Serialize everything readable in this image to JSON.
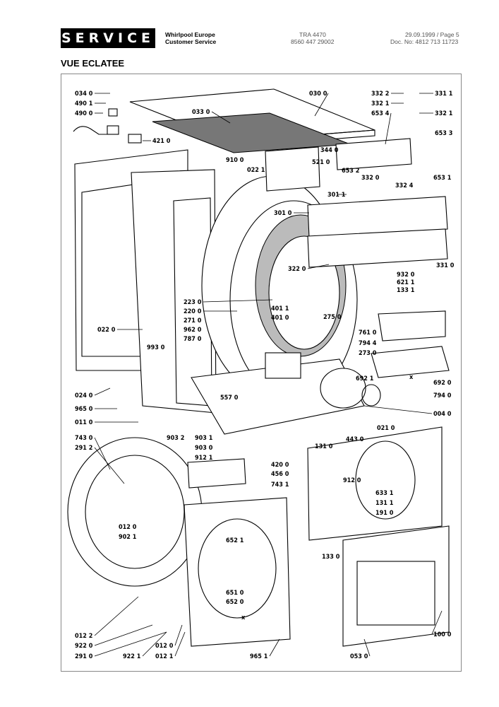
{
  "header": {
    "service_label": "SERVICE",
    "company": "Whirlpool Europe",
    "department": "Customer Service",
    "model": "TRA 4470",
    "code": "8560 447 29002",
    "date_page": "29.09.1999 / Page 5",
    "doc_no": "Doc. No: 4812 713 11723"
  },
  "section_title": "VUE ECLATEE",
  "part_labels": [
    "034 0",
    "490 1",
    "490 0",
    "421 0",
    "030 0",
    "033 0",
    "910 0",
    "022 1",
    "344 0",
    "521 0",
    "332 2",
    "332 1",
    "653 4",
    "331 1",
    "332 1",
    "653 3",
    "653 2",
    "332 0",
    "332 4",
    "653 1",
    "301 1",
    "301 0",
    "322 0",
    "932 0",
    "621 1",
    "133 1",
    "331 0",
    "223 0",
    "220 0",
    "271 0",
    "962 0",
    "787 0",
    "022 0",
    "993 0",
    "401 1",
    "401 0",
    "275 0",
    "761 0",
    "794 4",
    "273 0",
    "692 1",
    "692 0",
    "794 0",
    "024 0",
    "965 0",
    "011 0",
    "557 0",
    "004 0",
    "443 0",
    "743 0",
    "291 2",
    "903 2",
    "903 1",
    "903 0",
    "912 1",
    "021 0",
    "131 0",
    "912 0",
    "633 1",
    "131 1",
    "191 0",
    "420 0",
    "456 0",
    "743 1",
    "012 0",
    "902 1",
    "652 1",
    "651 0",
    "652 0",
    "133 0",
    "012 2",
    "922 0",
    "291 0",
    "922 1",
    "012 0",
    "012 1",
    "965 1",
    "053 0",
    "100 0"
  ],
  "panel_text": {
    "a": "x",
    "b": "x"
  }
}
